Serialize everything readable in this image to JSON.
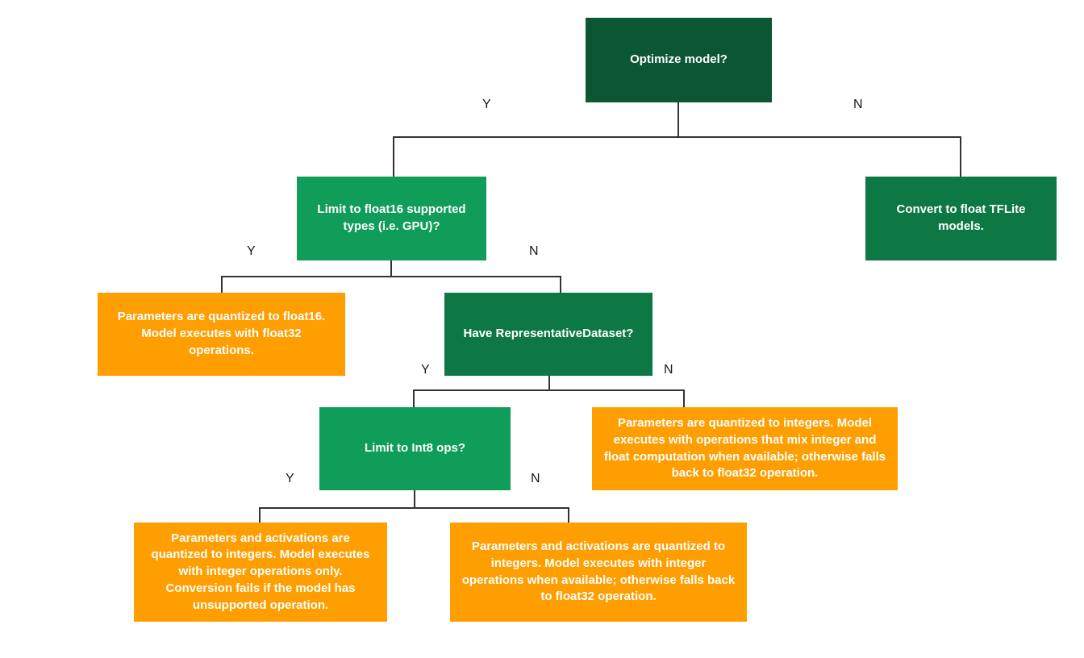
{
  "colors": {
    "dark_green": "#0B5633",
    "mid_green": "#0E7845",
    "green": "#109C59",
    "orange": "#FF9E00",
    "line": "#333333",
    "box_text": "#FFFFFF",
    "label_text": "#1A1A1A",
    "background": "#FFFFFF"
  },
  "branch_labels": {
    "yes": "Y",
    "no": "N"
  },
  "nodes": {
    "optimize": {
      "label": "Optimize model?"
    },
    "float16": {
      "label": "Limit to float16 supported types (i.e. GPU)?"
    },
    "convert_float": {
      "label": "Convert to float TFLite models."
    },
    "quantized_float16": {
      "label": "Parameters are quantized to float16. Model executes with float32 operations."
    },
    "representative_dataset": {
      "label": "Have RepresentativeDataset?"
    },
    "int8_ops": {
      "label": "Limit to Int8 ops?"
    },
    "mixed_integer": {
      "label": "Parameters are quantized to integers. Model executes with operations that mix integer and float computation when available; otherwise falls back to float32 operation."
    },
    "integer_only": {
      "label": "Parameters and activations are quantized to integers. Model executes with integer operations only. Conversion fails if the model has unsupported operation."
    },
    "integer_fallback": {
      "label": "Parameters and activations are quantized to integers. Model executes with integer operations when available; otherwise falls back to float32 operation."
    }
  }
}
